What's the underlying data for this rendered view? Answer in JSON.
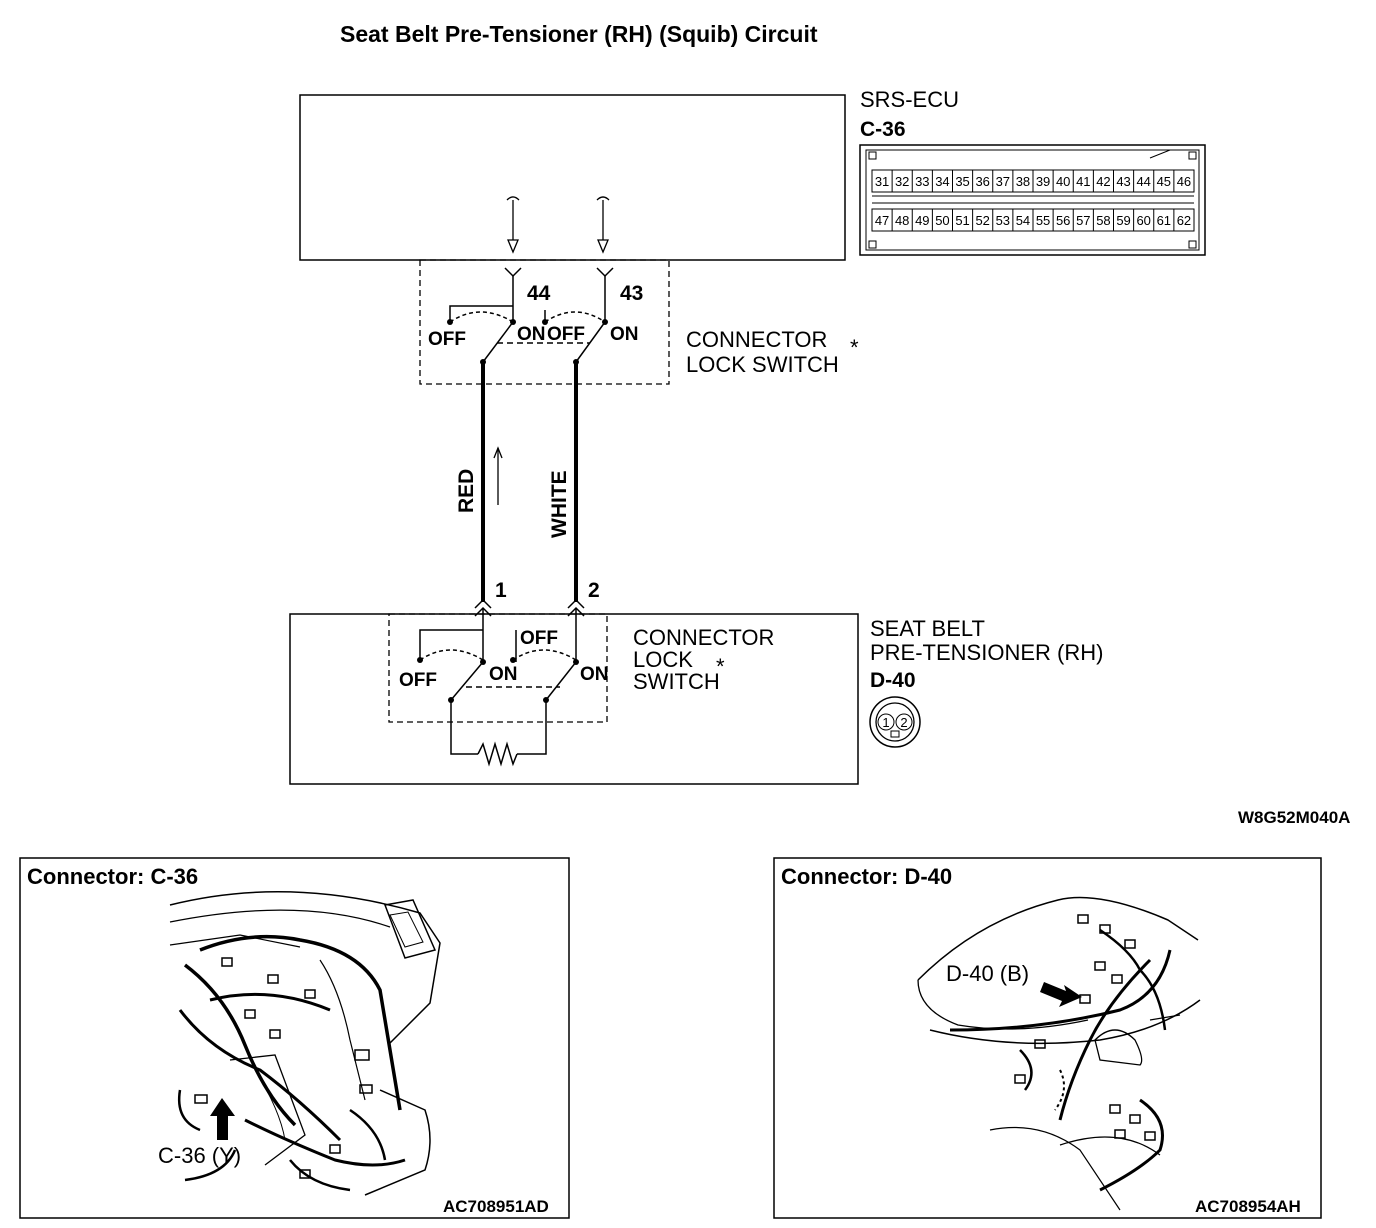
{
  "title": "Seat Belt Pre-Tensioner (RH) (Squib) Circuit",
  "ecu": {
    "name": "SRS-ECU",
    "connector_id": "C-36",
    "pins_top": [
      "31",
      "32",
      "33",
      "34",
      "35",
      "36",
      "37",
      "38",
      "39",
      "40",
      "41",
      "42",
      "43",
      "44",
      "45",
      "46"
    ],
    "pins_bottom": [
      "47",
      "48",
      "49",
      "50",
      "51",
      "52",
      "53",
      "54",
      "55",
      "56",
      "57",
      "58",
      "59",
      "60",
      "61",
      "62"
    ]
  },
  "ecu_lock_switch": {
    "label_line1": "CONNECTOR",
    "label_line2": "LOCK SWITCH",
    "asterisk": "*",
    "terminal_left": "44",
    "terminal_right": "43",
    "off_left": "OFF",
    "on_left": "ON",
    "off_right": "OFF",
    "on_right": "ON"
  },
  "wires": {
    "left_color": "RED",
    "right_color": "WHITE",
    "left_pin": "1",
    "right_pin": "2"
  },
  "pretensioner": {
    "name_line1": "SEAT BELT",
    "name_line2": "PRE-TENSIONER (RH)",
    "connector_id": "D-40",
    "face_pins": [
      "1",
      "2"
    ],
    "lock_label_line1": "CONNECTOR",
    "lock_label_line2": "LOCK",
    "lock_label_line3": "SWITCH",
    "asterisk": "*",
    "off_top": "OFF",
    "off_left": "OFF",
    "on_left": "ON",
    "on_right": "ON"
  },
  "figure_code": "W8G52M040A",
  "panel_c36": {
    "title": "Connector: C-36",
    "callout": "C-36 (Y)",
    "code": "AC708951AD"
  },
  "panel_d40": {
    "title": "Connector: D-40",
    "callout": "D-40 (B)",
    "code": "AC708954AH"
  }
}
